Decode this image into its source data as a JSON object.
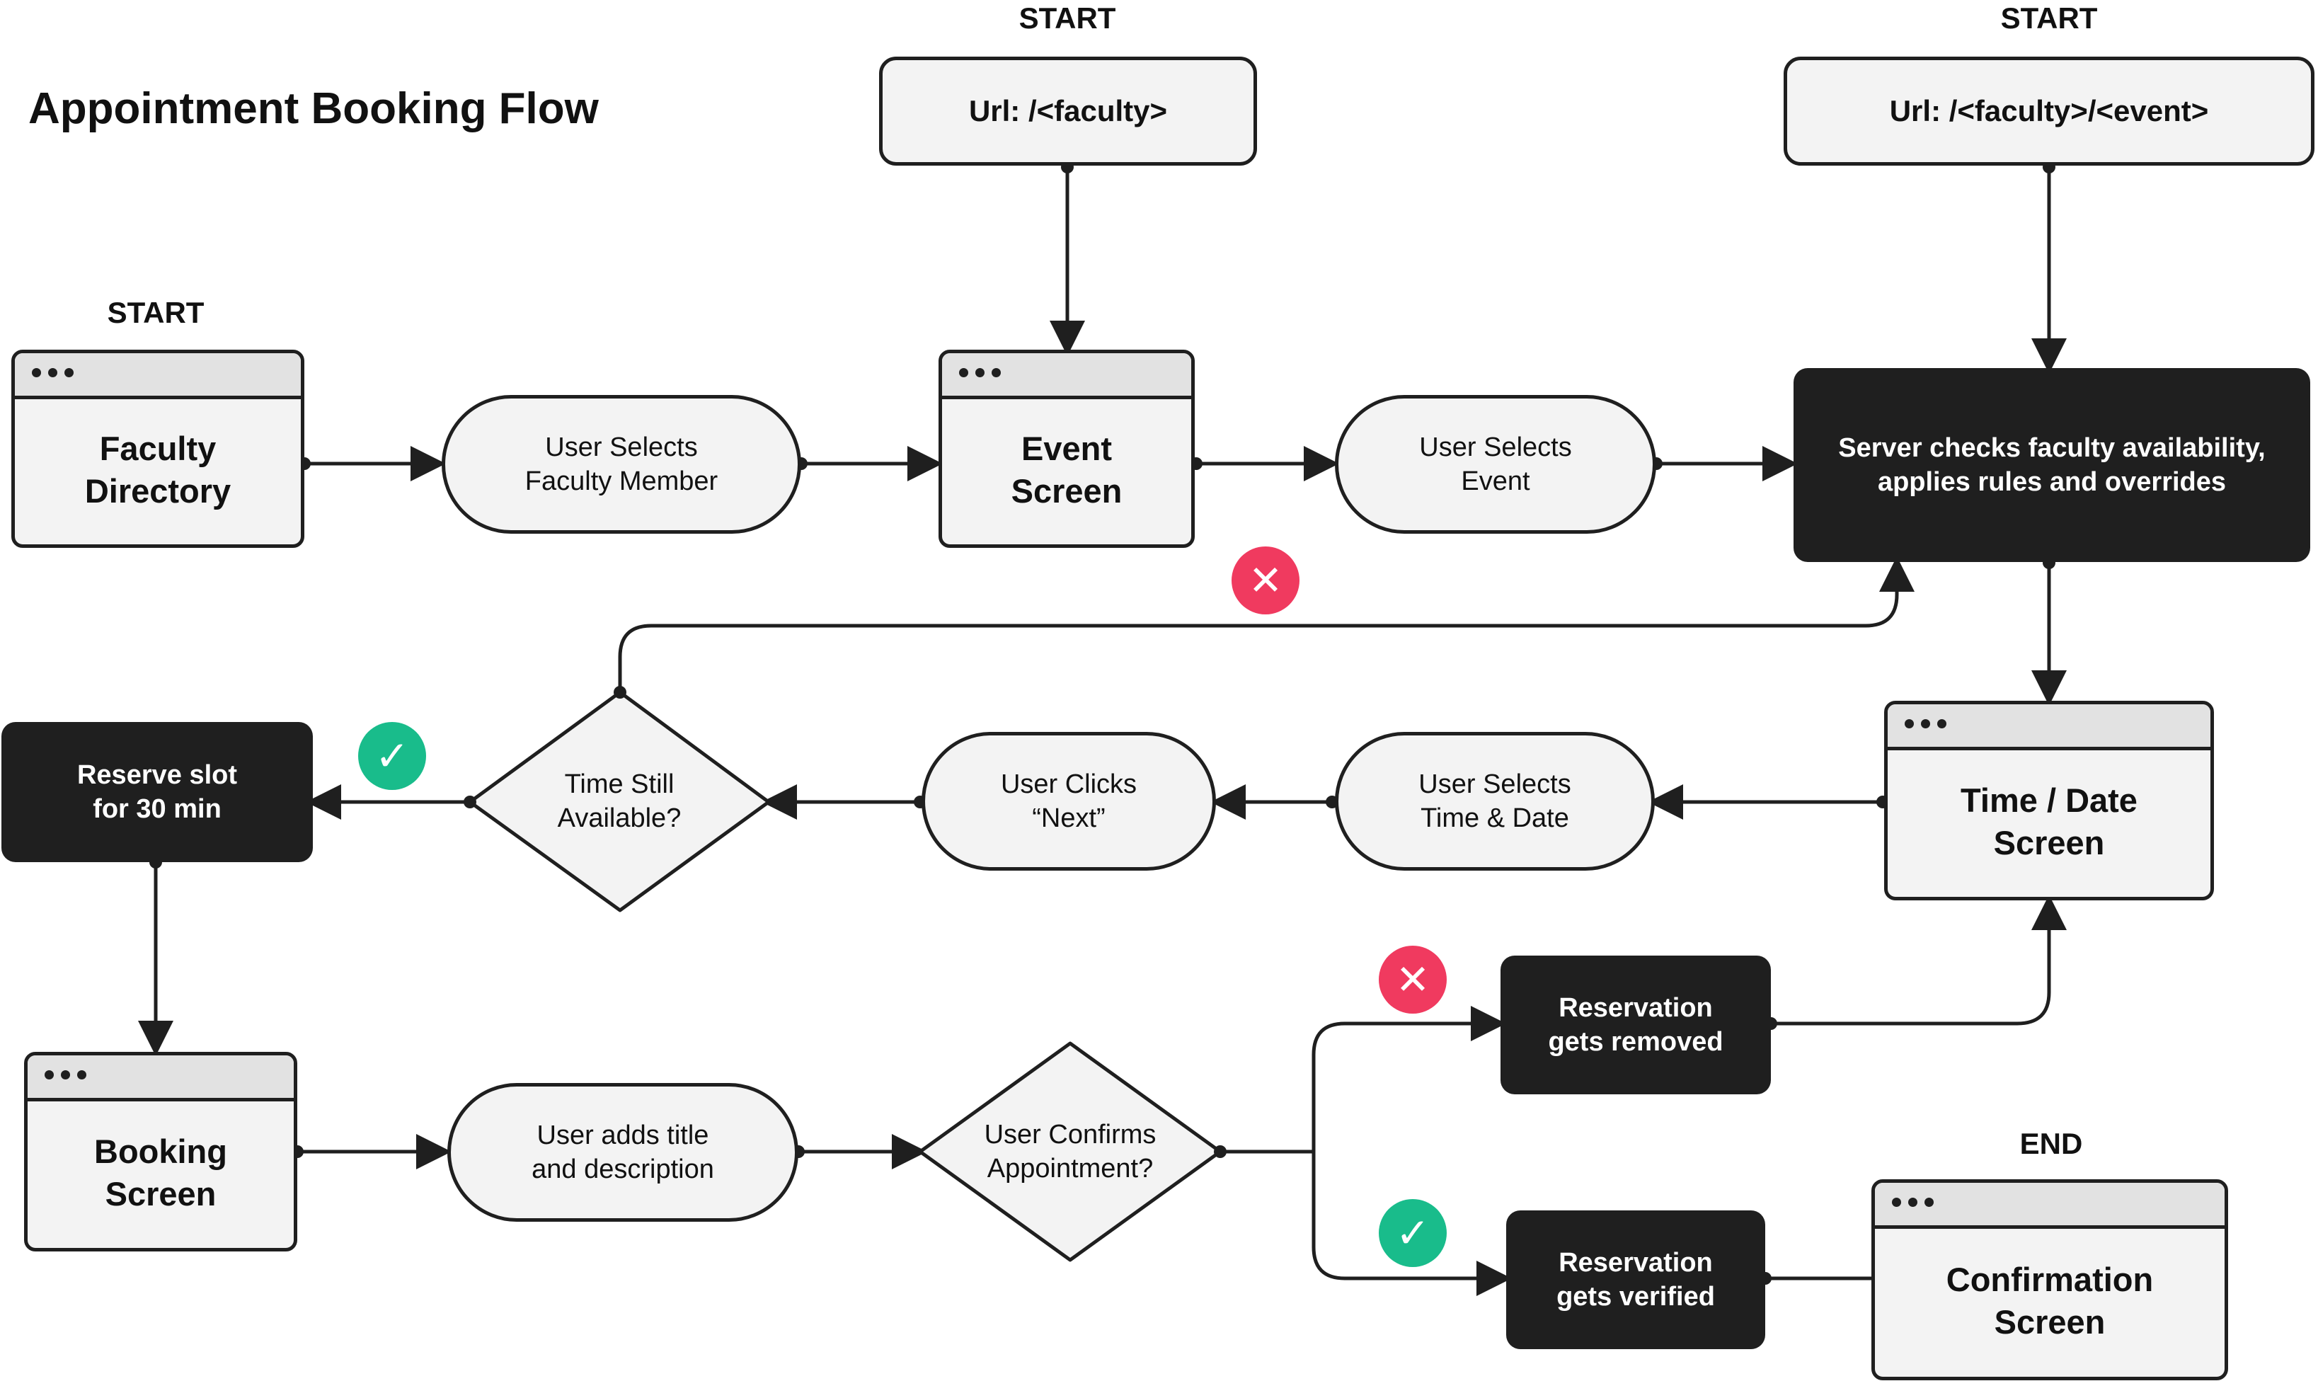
{
  "title": "Appointment Booking Flow",
  "tags": {
    "start": "START",
    "end": "END"
  },
  "nodes": {
    "faculty_directory": "Faculty\nDirectory",
    "select_faculty": "User Selects\nFaculty Member",
    "event_screen": "Event\nScreen",
    "select_event": "User Selects\nEvent",
    "server_check": "Server checks faculty availability,\napplies rules and overrides",
    "url_faculty": "Url: /<faculty>",
    "url_faculty_event": "Url: /<faculty>/<event>",
    "time_date_screen": "Time / Date\nScreen",
    "select_time_date": "User Selects\nTime & Date",
    "click_next": "User Clicks\n“Next”",
    "time_still_available": "Time Still\nAvailable?",
    "reserve_slot": "Reserve slot\nfor 30 min",
    "booking_screen": "Booking\nScreen",
    "add_title_description": "User adds title\nand description",
    "user_confirms": "User Confirms\nAppointment?",
    "reservation_removed": "Reservation\ngets removed",
    "reservation_verified": "Reservation\ngets verified",
    "confirmation_screen": "Confirmation\nScreen"
  },
  "badges": {
    "availability_no": "error-x-icon",
    "availability_yes": "check-icon",
    "confirm_no": "error-x-icon",
    "confirm_yes": "check-icon"
  },
  "colors": {
    "ink": "#1f1f1f",
    "node_fill": "#f3f3f3",
    "error": "#f03a5f",
    "success": "#19bc8b"
  }
}
